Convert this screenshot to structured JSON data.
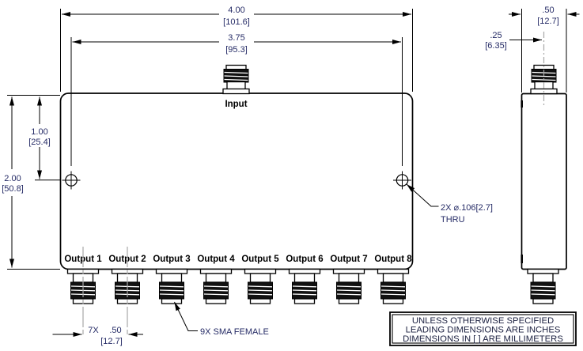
{
  "colors": {
    "line": "#000000",
    "dim_text": "#252b66",
    "label_text": "#000000",
    "centerline": "#a8a8a8",
    "background": "#ffffff"
  },
  "front_view": {
    "input_label": "Input",
    "output_labels": [
      "Output 1",
      "Output 2",
      "Output 3",
      "Output 4",
      "Output 5",
      "Output 6",
      "Output 7",
      "Output 8"
    ],
    "dims": {
      "overall_width": {
        "in": "4.00",
        "mm": "[101.6]"
      },
      "hole_span": {
        "in": "3.75",
        "mm": "[95.3]"
      },
      "hole_offset": {
        "in": "1.00",
        "mm": "[25.4]"
      },
      "overall_height": {
        "in": "2.00",
        "mm": "[50.8]"
      },
      "output_pitch": {
        "prefix": "7X",
        "in": ".50",
        "mm": "[12.7]"
      }
    },
    "callouts": {
      "holes_line1": "2X ⌀.106[2.7]",
      "holes_line2": "THRU",
      "sma": "9X SMA FEMALE"
    }
  },
  "side_view": {
    "dims": {
      "depth": {
        "in": ".50",
        "mm": "[12.7]"
      },
      "connector_offset": {
        "in": ".25",
        "mm": "[6.35]"
      }
    }
  },
  "notes": {
    "line1": "UNLESS OTHERWISE SPECIFIED",
    "line2": "LEADING DIMENSIONS ARE INCHES",
    "line3": "DIMENSIONS IN [ ] ARE MILLIMETERS"
  }
}
